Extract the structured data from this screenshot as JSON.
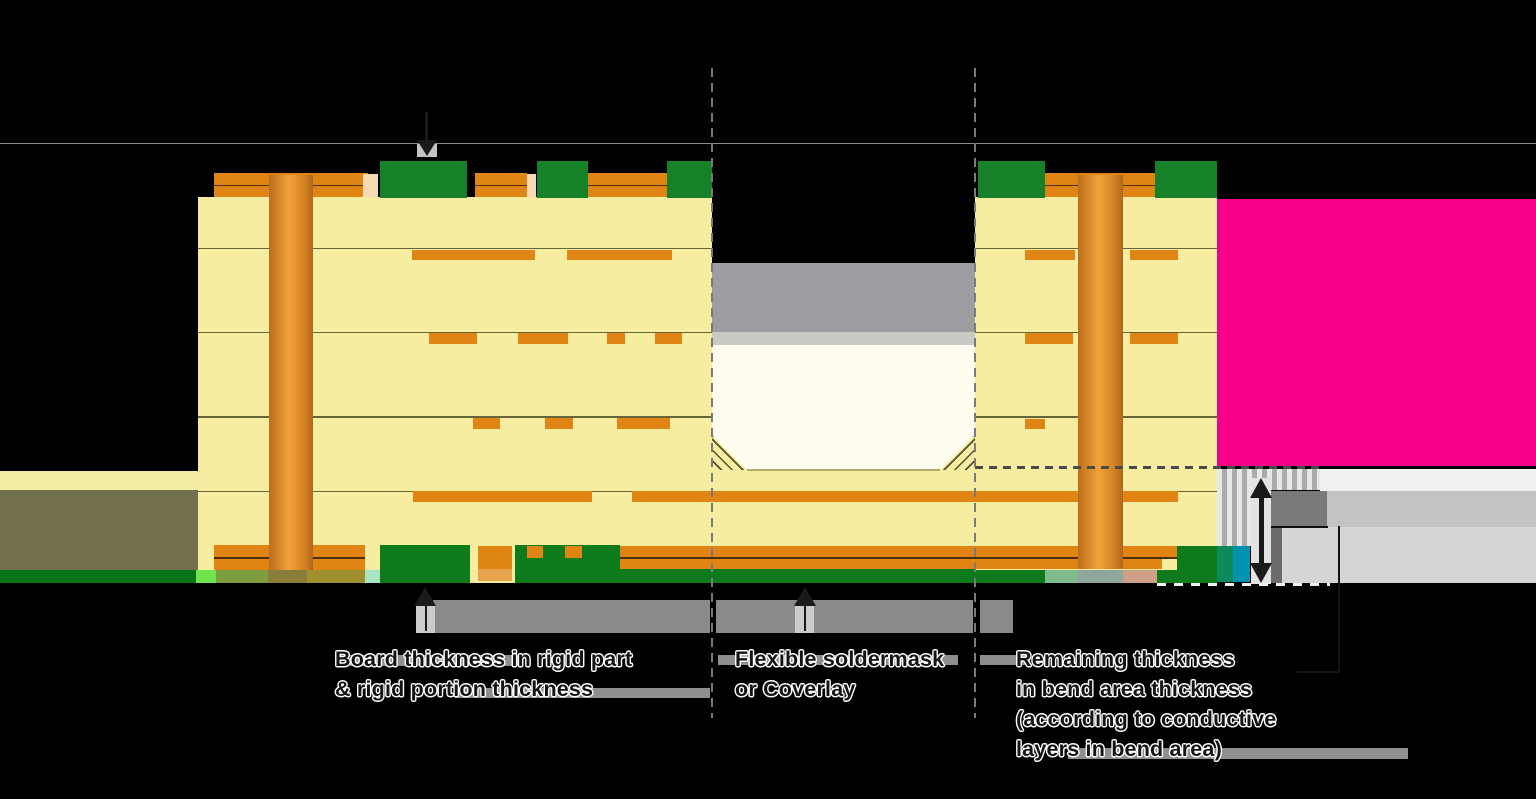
{
  "labels": {
    "board": {
      "line1": "Board thickness in rigid part",
      "line2": "& rigid portion thickness"
    },
    "soldermask": {
      "line1": "Flexible soldermask",
      "line2": "or Coverlay"
    },
    "remaining": {
      "line1": "Remaining thickness",
      "line2": "in bend area thickness",
      "line3": "(according to conductive",
      "line4": "layers in bend area)"
    }
  },
  "palette": {
    "bg": "#000000",
    "copper": "#E08514",
    "copperDark": "#4F2E0C",
    "copperLight": "#E9A34D",
    "substrate": "#F6EDA1",
    "boundary": "#55552E",
    "maskGreen": "#15822A",
    "maskGreenDark": "#0D7A1C",
    "peach": "#F4DBB4",
    "grayBand": "#9D9DA1",
    "grayLightStrip": "#C7CBC3",
    "cavityIvory": "#FFFDF0",
    "pink": "#F50087",
    "stubPale": "#F3EBA2",
    "stubOlive": "#73704F",
    "stubGreen": "#0A7217",
    "brightGreen": "#6FE44D",
    "oliveGreen": "#7C9C3E",
    "brownOlive": "#8A7C3A",
    "darkYellow": "#9F8F2F",
    "mint": "#A9E3C1",
    "sage": "#7EBA8B",
    "graySage": "#8FA79B",
    "salmon": "#CE9F86",
    "tealGreen": "#0D8A5C",
    "tealBlue": "#0092AE",
    "pointerGray": "#8A8A8A",
    "stemGray": "#CCCCCC",
    "leaderGray": "#8F8F8F",
    "stripeLight": "#E8E8E8",
    "stripeDark": "#ABABAB",
    "bandLight": "#F0F0F0",
    "bandMid": "#C3C3C3",
    "bandSoft": "#D5D5D5",
    "blockDark": "#7A7A7A",
    "blockDarker": "#6B6B6B",
    "topLineGray": "#8C8C8C",
    "dashGray": "#7A7A7A",
    "hatchLine": "#4F4F30"
  }
}
